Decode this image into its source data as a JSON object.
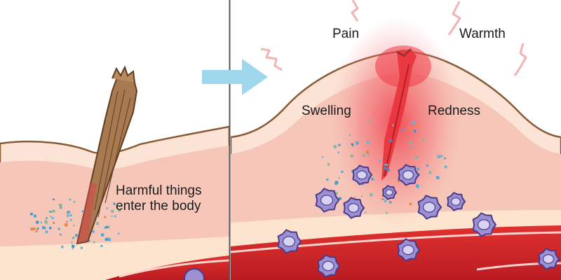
{
  "left_panel": {
    "label_lines": [
      "Harmful things",
      "enter the body"
    ]
  },
  "right_panel": {
    "signs": {
      "pain": "Pain",
      "warmth": "Warmth",
      "swelling": "Swelling",
      "redness": "Redness"
    }
  },
  "colors": {
    "skin_outline": "#8a5a35",
    "skin_top_layer": "#fbe3d6",
    "dermis": "#f6c7b8",
    "fat_layer": "#fde4cf",
    "blood_vessel": "#d8252b",
    "blood_vessel_dark": "#a91a20",
    "white_blood_cell": "#9c8fd2",
    "inflammation": "#ee3a47",
    "arrow": "#9fd8ec",
    "splinter": "#a77a52",
    "divider": "#555555"
  },
  "icons": [
    "splinter-icon",
    "arrow-right-icon",
    "zigzag-pain-icon",
    "white-blood-cell-icon",
    "bacteria-dot-icon"
  ]
}
